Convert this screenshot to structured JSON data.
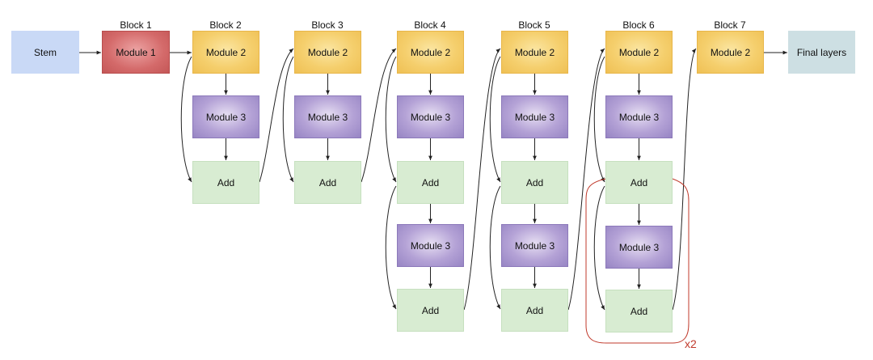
{
  "diagram": {
    "stem": "Stem",
    "final": "Final layers",
    "repeat_label": "x2",
    "block_titles": [
      "Block 1",
      "Block 2",
      "Block 3",
      "Block 4",
      "Block 5",
      "Block 6",
      "Block 7"
    ],
    "module_1": "Module 1",
    "module_2": "Module 2",
    "module_3": "Module 3",
    "add": "Add"
  }
}
